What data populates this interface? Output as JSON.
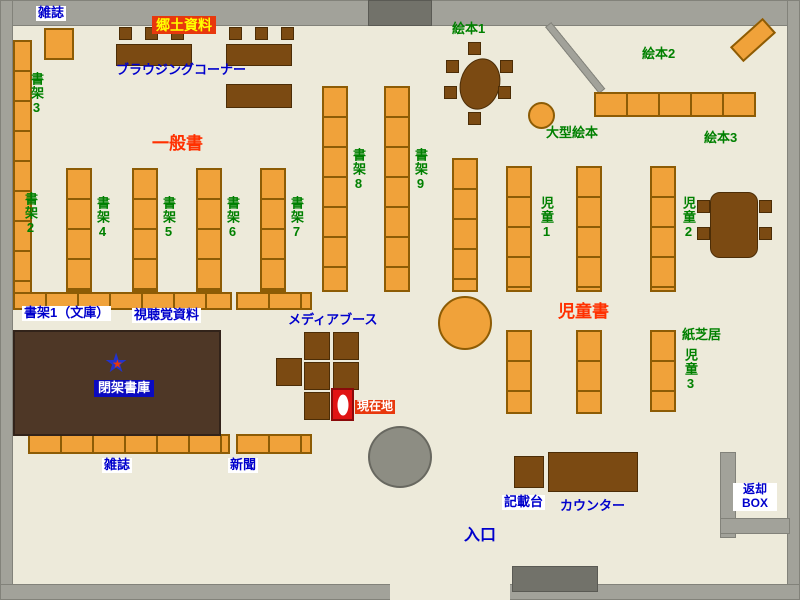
{
  "colors": {
    "floor": "#edeada",
    "wall": "#a2a29a",
    "wall_dark": "#72726a",
    "shelf": "#f0a23a",
    "shelf_border": "#8d5c05",
    "furniture": "#7b4a12",
    "furniture_border": "#4c2d06",
    "closed_stacks": "#4e3726",
    "pillar": "#8d8d83",
    "text_blue": "#0000cc",
    "text_green": "#008000",
    "text_red": "#ff3000",
    "badge_red": "#e8380d",
    "badge_navy": "#0a0ac0",
    "marker_red": "#e01414",
    "star_blue": "#2233cc"
  },
  "labels": {
    "magazines_top": "雑誌",
    "local_materials": "郷土資料",
    "browsing_corner": "ブラウジングコーナー",
    "picture_books_1": "絵本1",
    "picture_books_2": "絵本2",
    "picture_books_3": "絵本3",
    "large_picture_books": "大型絵本",
    "general_books": "一般書",
    "shelf_2": "書架2",
    "shelf_3": "書架3",
    "shelf_4": "書架4",
    "shelf_5": "書架5",
    "shelf_6": "書架6",
    "shelf_7": "書架7",
    "shelf_8": "書架8",
    "shelf_9": "書架9",
    "children_1": "児童1",
    "children_2": "児童2",
    "children_3": "児童3",
    "children_books": "児童書",
    "kamishibai": "紙芝居",
    "shelf_1_bunko": "書架1（文庫）",
    "audio_visual": "視聴覚資料",
    "media_booth": "メディアブース",
    "closed_stacks": "閉架書庫",
    "current_location": "現在地",
    "magazines_bottom": "雑誌",
    "newspapers": "新聞",
    "writing_desk": "記載台",
    "counter": "カウンター",
    "entrance": "入口",
    "return_box_line1": "返却",
    "return_box_line2": "BOX"
  }
}
